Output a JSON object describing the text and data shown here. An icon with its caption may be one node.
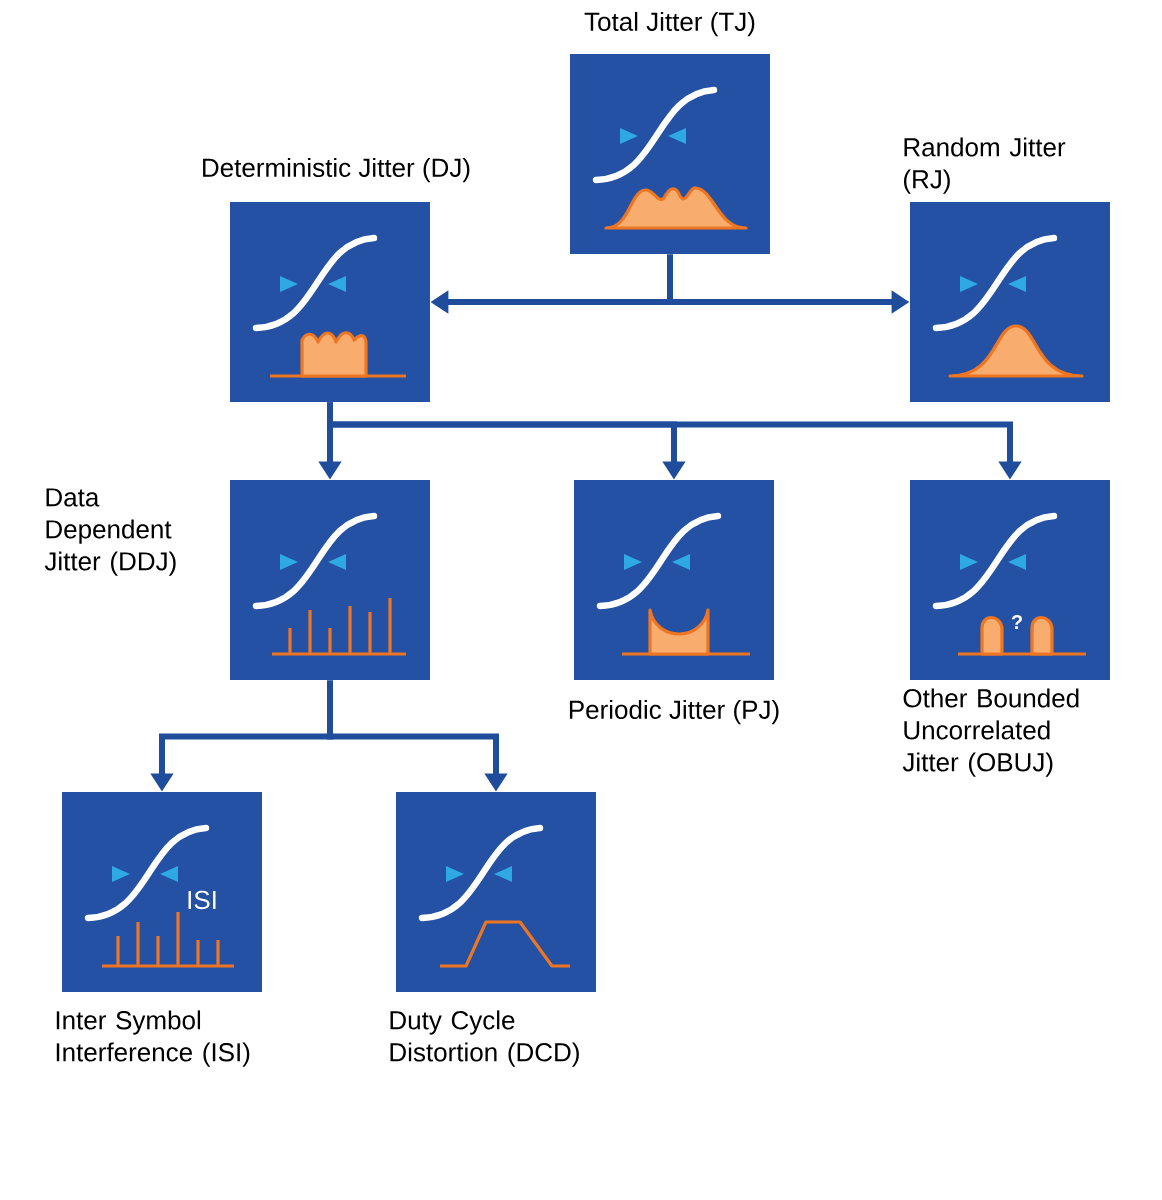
{
  "diagram": {
    "nodes": [
      {
        "text": [
          "Total Jitter (TJ)"
        ]
      },
      {
        "text": [
          "Deterministic Jitter (DJ)"
        ]
      },
      {
        "text": [
          "Random Jitter (RJ)"
        ]
      },
      {
        "text": [
          "Data Dependent Jitter (DDJ)"
        ]
      },
      {
        "text": [
          "Periodic Jitter (PJ)"
        ]
      },
      {
        "text": [
          "?",
          "Other Bounded Uncorrelated Jitter (OBUJ)"
        ]
      },
      {
        "text": [
          "ISI",
          "Inter Symbol Interference (ISI)"
        ]
      },
      {
        "text": [
          "Duty Cycle Distortion (DCD)"
        ]
      }
    ],
    "edges": [
      {
        "from": 0,
        "to": 1,
        "arrow": "to"
      },
      {
        "from": 0,
        "to": 2,
        "arrow": "to"
      },
      {
        "from": 1,
        "to": 3,
        "arrow": "to"
      },
      {
        "from": 1,
        "to": 4,
        "arrow": "to"
      },
      {
        "from": 1,
        "to": 5,
        "arrow": "to"
      },
      {
        "from": 3,
        "to": 6,
        "arrow": "to"
      },
      {
        "from": 3,
        "to": 7,
        "arrow": "to"
      }
    ]
  }
}
